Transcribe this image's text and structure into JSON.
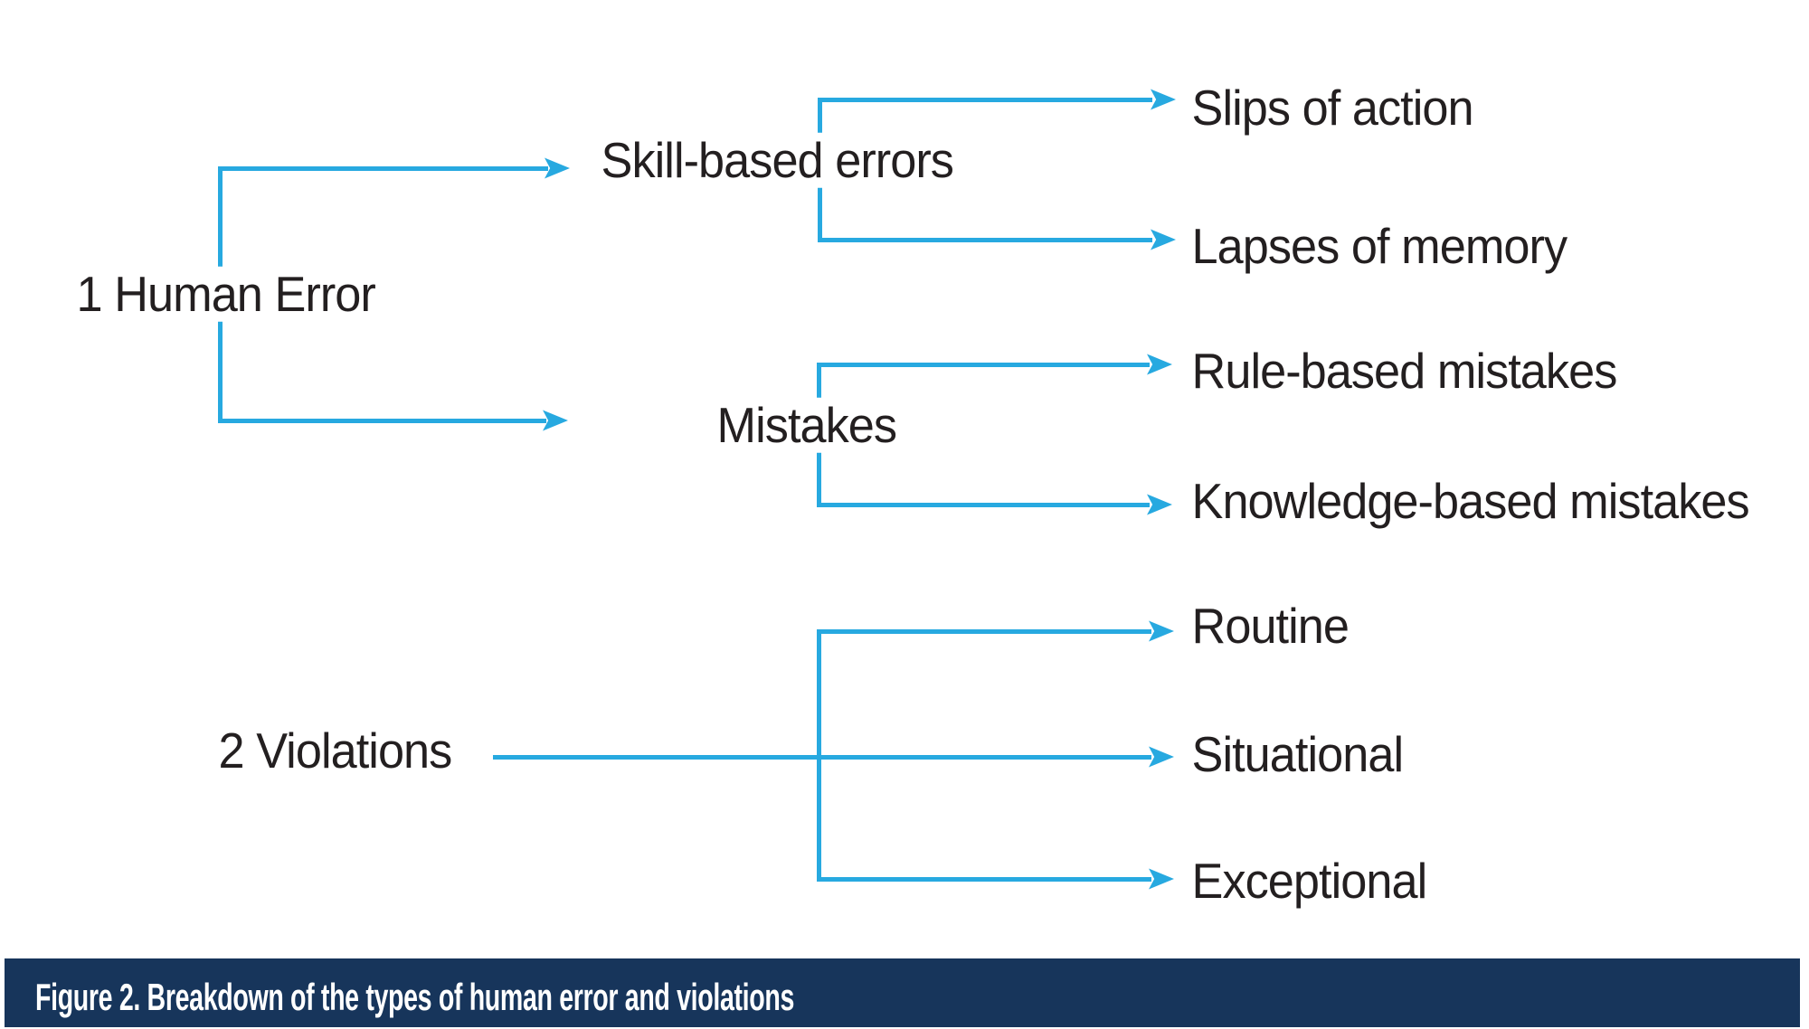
{
  "tree": {
    "groups": [
      {
        "label": "1 Human Error",
        "children": [
          {
            "label": "Skill-based errors",
            "children": [
              {
                "label": "Slips of action"
              },
              {
                "label": "Lapses of memory"
              }
            ]
          },
          {
            "label": "Mistakes",
            "children": [
              {
                "label": "Rule-based mistakes"
              },
              {
                "label": "Knowledge-based mistakes"
              }
            ]
          }
        ]
      },
      {
        "label": "2 Violations",
        "children": [
          {
            "label": "Routine"
          },
          {
            "label": "Situational"
          },
          {
            "label": "Exceptional"
          }
        ]
      }
    ]
  },
  "caption": {
    "text": "Figure 2. Breakdown of the types of human error and violations"
  },
  "colors": {
    "line": "#27A9E0",
    "label_text": "#231F20",
    "caption_background": "#17355B",
    "caption_text": "#FFFFFF",
    "page_background": "#FFFFFF"
  }
}
